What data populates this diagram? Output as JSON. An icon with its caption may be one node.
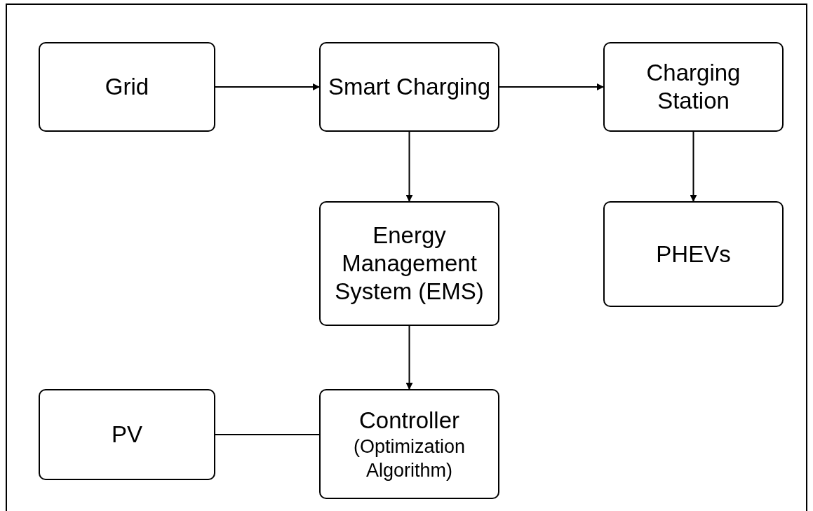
{
  "diagram": {
    "nodes": [
      {
        "text": [
          "Grid"
        ]
      },
      {
        "text": [
          "Smart Charging"
        ]
      },
      {
        "text": [
          "Charging Station"
        ]
      },
      {
        "text": [
          "Energy Management System (EMS)"
        ]
      },
      {
        "text": [
          "PHEVs"
        ]
      },
      {
        "text": [
          "PV"
        ]
      },
      {
        "text": [
          "Controller",
          "(Optimization Algorithm)"
        ]
      }
    ],
    "edges": [
      {
        "from": 0,
        "to": 1,
        "arrow": "to"
      },
      {
        "from": 1,
        "to": 2,
        "arrow": "to"
      },
      {
        "from": 1,
        "to": 3,
        "arrow": "to"
      },
      {
        "from": 2,
        "to": 4,
        "arrow": "to"
      },
      {
        "from": 3,
        "to": 6,
        "arrow": "to"
      },
      {
        "from": 5,
        "to": 6,
        "arrow": "none"
      }
    ]
  }
}
